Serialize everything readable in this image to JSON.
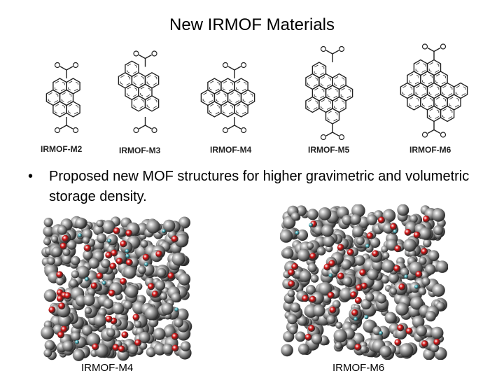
{
  "slide": {
    "title": "New IRMOF Materials",
    "bullet_marker": "•",
    "bullet_text": "Proposed new MOF structures for higher gravimetric and volumetric storage density."
  },
  "molecules": [
    {
      "label": "IRMOF-M2"
    },
    {
      "label": "IRMOF-M3"
    },
    {
      "label": "IRMOF-M4"
    },
    {
      "label": "IRMOF-M5"
    },
    {
      "label": "IRMOF-M6"
    }
  ],
  "renderings": [
    {
      "label": "IRMOF-M4"
    },
    {
      "label": "IRMOF-M6"
    }
  ],
  "colors": {
    "carbon": "#9c9c9c",
    "oxygen": "#d01010",
    "zinc": "#3fa9b5",
    "hydrogen": "#e0e0e0",
    "line": "#222222"
  }
}
